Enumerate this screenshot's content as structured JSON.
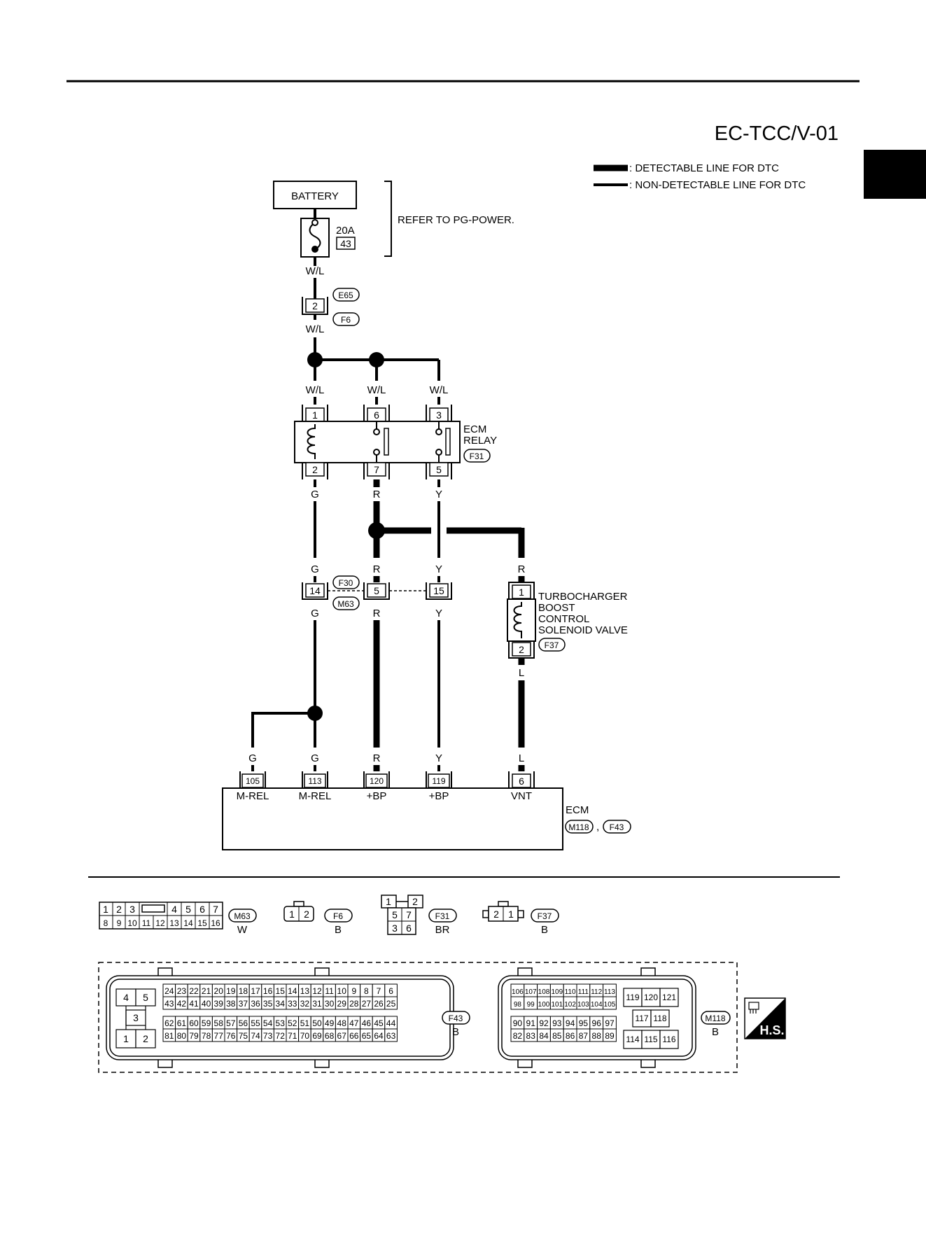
{
  "page": {
    "code": "EC-TCC/V-01",
    "tab_color": "#000000"
  },
  "legend": {
    "detectable": ": DETECTABLE LINE FOR DTC",
    "non_detectable": ": NON-DETECTABLE LINE FOR DTC"
  },
  "power": {
    "battery": "BATTERY",
    "fuse_amp": "20A",
    "fuse_no": "43",
    "refer": "REFER TO PG-POWER.",
    "wire_wl": "W/L"
  },
  "connectors": {
    "E65": "E65",
    "F6": "F6",
    "F31": "F31",
    "F30": "F30",
    "M63": "M63",
    "F37": "F37",
    "M118": "M118",
    "F43": "F43"
  },
  "relay": {
    "line1": "ECM",
    "line2": "RELAY",
    "pins_top": [
      "1",
      "6",
      "3"
    ],
    "pins_bottom": [
      "2",
      "7",
      "5"
    ]
  },
  "wires": {
    "G": "G",
    "R": "R",
    "Y": "Y",
    "L": "L",
    "WL": "W/L"
  },
  "joint": {
    "pins": [
      "14",
      "5",
      "15"
    ],
    "e65_pin": "2"
  },
  "solenoid": {
    "line1": "TURBOCHARGER",
    "line2": "BOOST",
    "line3": "CONTROL",
    "line4": "SOLENOID VALVE",
    "pin_top": "1",
    "pin_bottom": "2"
  },
  "ecm": {
    "title": "ECM",
    "sep": ",",
    "pins": [
      "105",
      "113",
      "120",
      "119",
      "6"
    ],
    "terminal_labels": [
      "M-REL",
      "M-REL",
      "+BP",
      "+BP",
      "VNT"
    ]
  },
  "face": {
    "m63_top": [
      "1",
      "2",
      "3",
      "4",
      "5",
      "6",
      "7"
    ],
    "m63_bottom": [
      "8",
      "9",
      "10",
      "11",
      "12",
      "13",
      "14",
      "15",
      "16"
    ],
    "m63_color": "W",
    "f6_pins": [
      "1",
      "2"
    ],
    "f6_color": "B",
    "f31_pins": [
      "1",
      "2",
      "5",
      "7",
      "3",
      "6"
    ],
    "f31_color": "BR",
    "f37_pins": [
      "2",
      "1"
    ],
    "f37_color": "B",
    "f43_left": [
      "4",
      "5",
      "3",
      "1",
      "2"
    ],
    "f43_row1": [
      "24",
      "23",
      "22",
      "21",
      "20",
      "19",
      "18",
      "17",
      "16",
      "15",
      "14",
      "13",
      "12",
      "11",
      "10",
      "9",
      "8",
      "7",
      "6"
    ],
    "f43_row2": [
      "43",
      "42",
      "41",
      "40",
      "39",
      "38",
      "37",
      "36",
      "35",
      "34",
      "33",
      "32",
      "31",
      "30",
      "29",
      "28",
      "27",
      "26",
      "25"
    ],
    "f43_row3": [
      "62",
      "61",
      "60",
      "59",
      "58",
      "57",
      "56",
      "55",
      "54",
      "53",
      "52",
      "51",
      "50",
      "49",
      "48",
      "47",
      "46",
      "45",
      "44"
    ],
    "f43_row4": [
      "81",
      "80",
      "79",
      "78",
      "77",
      "76",
      "75",
      "74",
      "73",
      "72",
      "71",
      "70",
      "69",
      "68",
      "67",
      "66",
      "65",
      "64",
      "63"
    ],
    "f43_color": "B",
    "m118_row1": [
      "106",
      "107",
      "108",
      "109",
      "110",
      "111",
      "112",
      "113"
    ],
    "m118_row2": [
      "98",
      "99",
      "100",
      "101",
      "102",
      "103",
      "104",
      "105"
    ],
    "m118_row3": [
      "90",
      "91",
      "92",
      "93",
      "94",
      "95",
      "96",
      "97"
    ],
    "m118_row4": [
      "82",
      "83",
      "84",
      "85",
      "86",
      "87",
      "88",
      "89"
    ],
    "m118_right": [
      "119",
      "120",
      "121",
      "117",
      "118",
      "114",
      "115",
      "116"
    ],
    "m118_color": "B",
    "hs_label": "H.S."
  }
}
